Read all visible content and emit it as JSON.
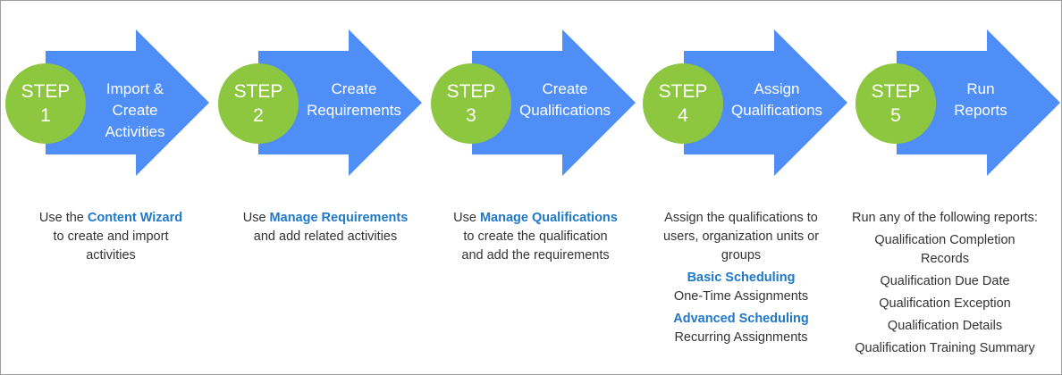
{
  "colors": {
    "arrow": "#4f8ef7",
    "circle": "#8dc63f",
    "highlight": "#1f78c8",
    "text": "#333333"
  },
  "steps": [
    {
      "step_word": "STEP",
      "number": "1",
      "title_lines": [
        "Import &",
        "Create",
        "Activities"
      ],
      "description": {
        "before": "Use the",
        "highlight": "Content Wizard",
        "after_lines": [
          "to create and import",
          "activities"
        ]
      }
    },
    {
      "step_word": "STEP",
      "number": "2",
      "title_lines": [
        "Create",
        "Requirements"
      ],
      "description": {
        "before": "Use",
        "highlight": "Manage Requirements",
        "after_lines": [
          "and add related activities"
        ]
      }
    },
    {
      "step_word": "STEP",
      "number": "3",
      "title_lines": [
        "Create",
        "Qualifications"
      ],
      "description": {
        "before": "Use",
        "highlight": "Manage Qualifications",
        "after_lines": [
          "to create the qualification",
          "and add the requirements"
        ]
      }
    },
    {
      "step_word": "STEP",
      "number": "4",
      "title_lines": [
        "Assign",
        "Qualifications"
      ],
      "description": {
        "lines": [
          "Assign the qualifications to",
          "users, organization units or",
          "groups"
        ],
        "basic_title": "Basic Scheduling",
        "basic_text": "One-Time Assignments",
        "advanced_title": "Advanced Scheduling",
        "advanced_text": "Recurring Assignments"
      }
    },
    {
      "step_word": "STEP",
      "number": "5",
      "title_lines": [
        "Run",
        "Reports"
      ],
      "description": {
        "intro": "Run any of the following reports:",
        "reports": [
          "Qualification Completion",
          "Records",
          "Qualification Due Date",
          "Qualification Exception",
          "Qualification Details",
          "Qualification Training Summary"
        ]
      }
    }
  ]
}
